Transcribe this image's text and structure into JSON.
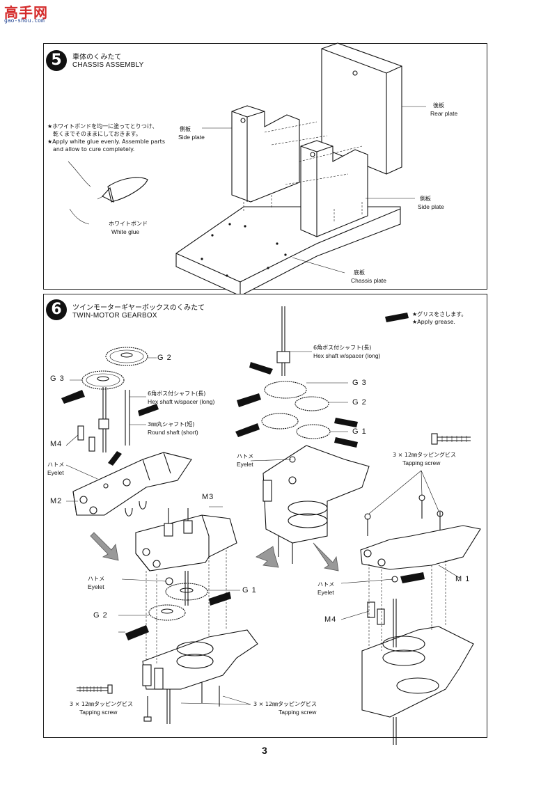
{
  "watermark": {
    "brand": "高手网",
    "url": "gao-shou.com"
  },
  "step5": {
    "number": "5",
    "title_jp": "車体のくみたて",
    "title_en": "CHASSIS ASSEMBLY",
    "note_jp_line1": "★ホワイトボンドを均一に塗ってとりつけ、",
    "note_jp_line2": "乾くまでそのままにしておきます。",
    "note_en_line1": "★Apply white glue evenly. Assemble parts",
    "note_en_line2": "and allow to cure completely.",
    "labels": {
      "white_glue_jp": "ホワイトボンド",
      "white_glue_en": "White glue",
      "side_plate_left_jp": "側板",
      "side_plate_left_en": "Side plate",
      "rear_plate_jp": "後板",
      "rear_plate_en": "Rear plate",
      "side_plate_right_jp": "側板",
      "side_plate_right_en": "Side plate",
      "chassis_plate_jp": "底板",
      "chassis_plate_en": "Chassis plate"
    }
  },
  "step6": {
    "number": "6",
    "title_jp": "ツインモーターギヤーボックスのくみたて",
    "title_en": "TWIN-MOTOR GEARBOX",
    "grease_jp": "★グリスをさします。",
    "grease_en": "★Apply grease.",
    "parts": {
      "g2_a": "G 2",
      "g3_a": "G 3",
      "m4_a": "M4",
      "m2": "M2",
      "m3": "M3",
      "g1_a": "G 1",
      "g2_b": "G 2",
      "g3_b": "G 3",
      "g2_c": "G 2",
      "g1_b": "G 1",
      "m1": "M 1",
      "m4_b": "M4"
    },
    "labels": {
      "hex_shaft_jp_a": "6角ボス付シャフト(長)",
      "hex_shaft_en_a": "Hex shaft w/spacer (long)",
      "round_shaft_jp": "3㎜丸シャフト(短)",
      "round_shaft_en": "Round shaft (short)",
      "eyelet_jp_a": "ハトメ",
      "eyelet_en_a": "Eyelet",
      "eyelet_jp_b": "ハトメ",
      "eyelet_en_b": "Eyelet",
      "eyelet_jp_c": "ハトメ",
      "eyelet_en_c": "Eyelet",
      "eyelet_jp_d": "ハトメ",
      "eyelet_en_d": "Eyelet",
      "hex_shaft_jp_b": "6角ボス付シャフト(長)",
      "hex_shaft_en_b": "Hex shaft w/spacer (long)",
      "screw_jp_a": "3 × 12㎜タッピングビス",
      "screw_en_a": "Tapping screw",
      "screw_jp_b": "3 × 12㎜タッピングビス",
      "screw_en_b": "Tapping screw",
      "screw_jp_c": "3 × 12㎜タッピングビス",
      "screw_en_c": "Tapping screw"
    }
  },
  "page_number": "3"
}
